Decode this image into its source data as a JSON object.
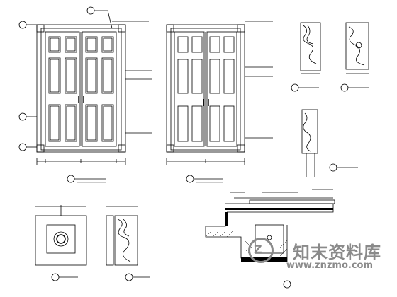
{
  "watermark": {
    "text": "知末资料库",
    "url": "www.znzmo.com",
    "logo_letter": "Z"
  }
}
